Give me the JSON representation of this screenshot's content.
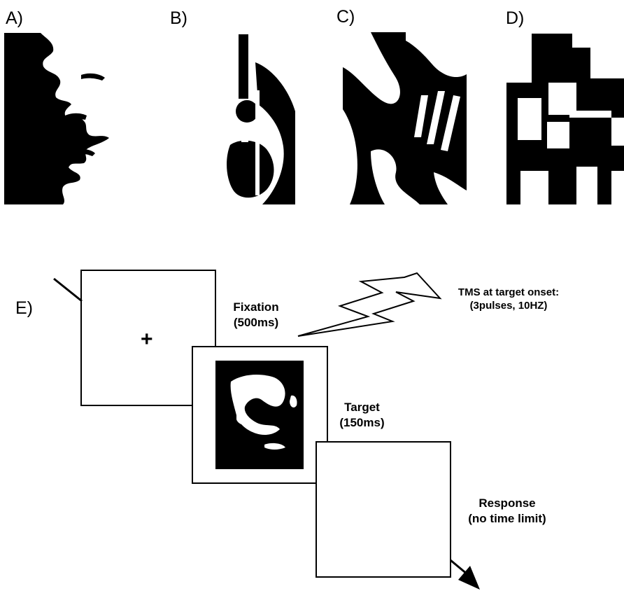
{
  "panels": {
    "a_label": "A)",
    "b_label": "B)",
    "c_label": "C)",
    "d_label": "D)",
    "e_label": "E)"
  },
  "stimuli": {
    "a": "mooney-face-profile",
    "b": "mooney-guitar",
    "c": "mooney-scrambled-object",
    "d": "mooney-scrambled-pattern"
  },
  "trial": {
    "fixation": {
      "line1": "Fixation",
      "line2": "(500ms)",
      "symbol": "+"
    },
    "target": {
      "line1": "Target",
      "line2": "(150ms)"
    },
    "response": {
      "line1": "Response",
      "line2": "(no time limit)"
    },
    "tms": {
      "line1": "TMS at target onset:",
      "line2": "(3pulses, 10HZ)"
    }
  },
  "colors": {
    "ink": "#000000",
    "paper": "#ffffff"
  }
}
